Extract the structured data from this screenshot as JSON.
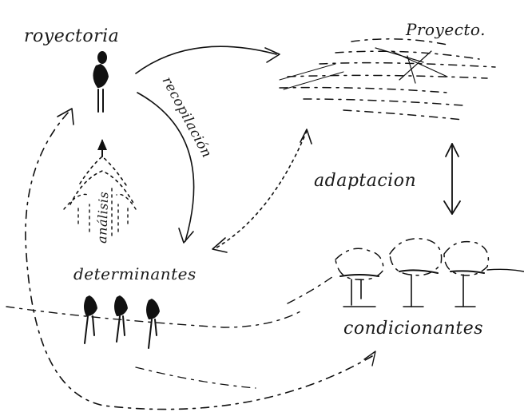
{
  "labels": {
    "trayectoria": "royectoria",
    "proyecto": "Proyecto.",
    "recopilacion": "recopilación",
    "analisis": "análisis",
    "adaptacion": "adaptacion",
    "determinantes": "determinantes",
    "condicionantes": "condicionantes"
  },
  "ink_color": "#111111"
}
